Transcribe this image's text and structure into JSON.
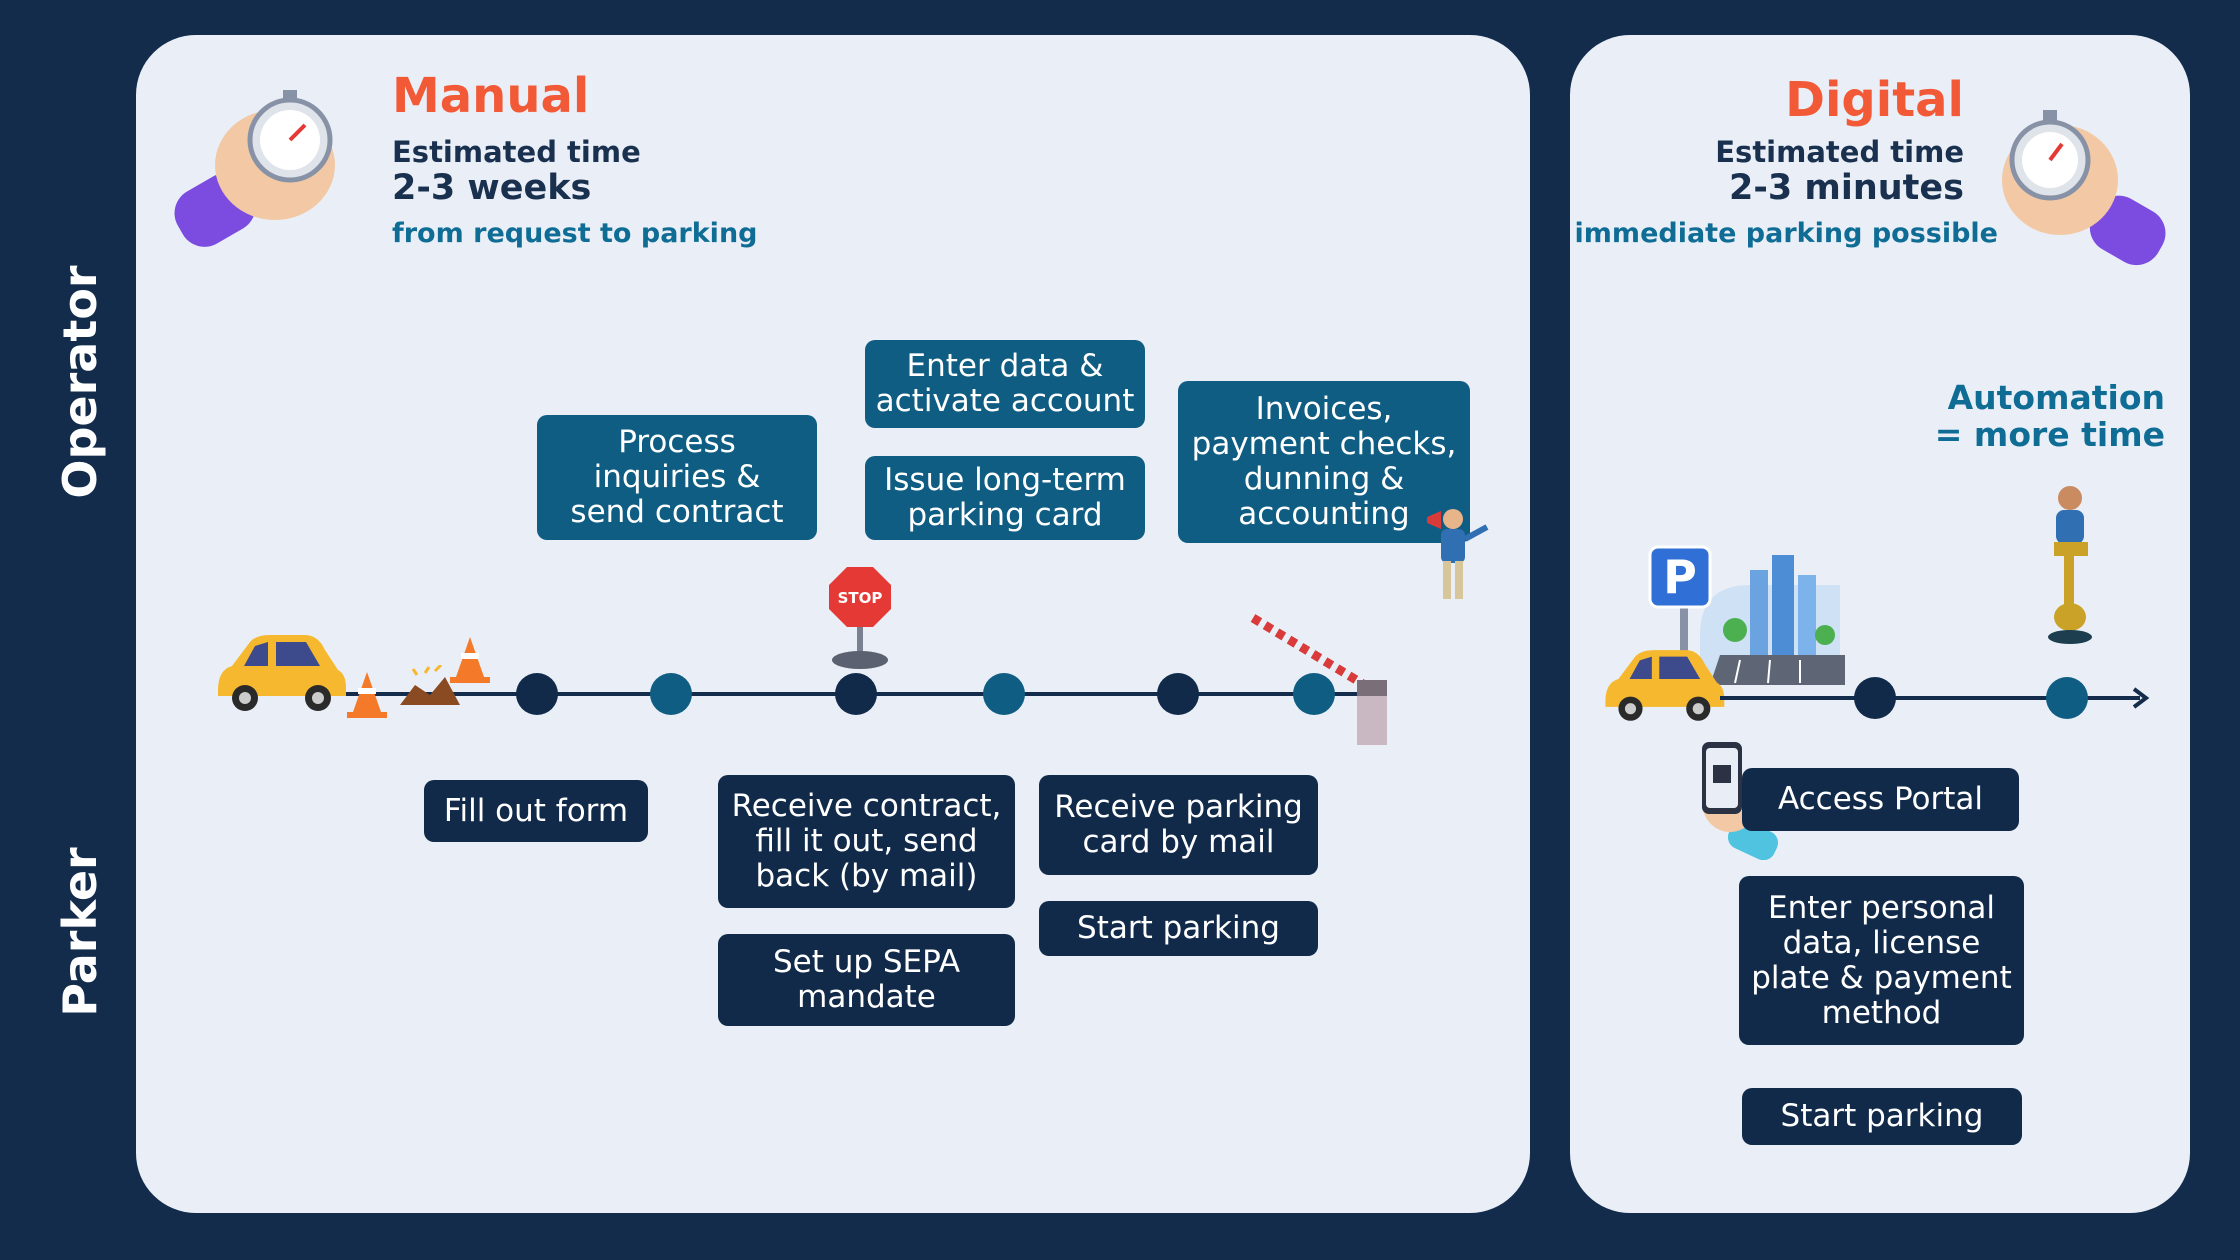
{
  "lanes": {
    "operator": "Operator",
    "parker": "Parker"
  },
  "manual": {
    "title": "Manual",
    "estimated_label": "Estimated time",
    "duration": "2-3 weeks",
    "note": "from request to parking",
    "operator_steps": [
      "Process\ninquiries &\nsend contract",
      "Enter data &\nactivate account",
      "Issue long-term\nparking card",
      "Invoices,\npayment checks,\ndunning &\naccounting"
    ],
    "parker_steps": [
      "Fill out form",
      "Receive contract,\nfill it out, send\nback (by mail)",
      "Set up SEPA\nmandate",
      "Receive parking\ncard by mail",
      "Start parking"
    ],
    "stop_sign_text": "STOP"
  },
  "digital": {
    "title": "Digital",
    "estimated_label": "Estimated time",
    "duration": "2-3 minutes",
    "note": "immediate parking possible",
    "automation_line1": "Automation",
    "automation_line2": "= more time",
    "parker_steps": [
      "Access Portal",
      "Enter personal\ndata, license\nplate & payment\nmethod",
      "Start parking"
    ],
    "parking_sign_text": "P"
  },
  "colors": {
    "background": "#142c4c",
    "panel": "#eaeff7",
    "accent": "#f25a37",
    "operator_box": "#0f5d82",
    "parker_box": "#112a4a"
  },
  "icons": [
    "stopwatch-hand-icon",
    "car-icon",
    "traffic-cone-icon",
    "stop-sign-icon",
    "barrier-gate-icon",
    "person-megaphone-icon",
    "parking-sign-icon",
    "phone-hand-icon",
    "relaxed-person-icon"
  ]
}
